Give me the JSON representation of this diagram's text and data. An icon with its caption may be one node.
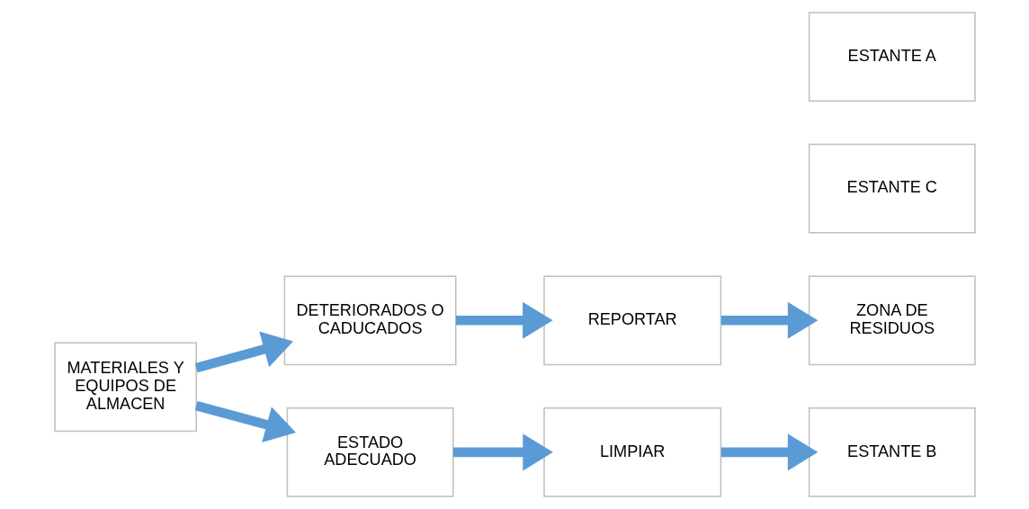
{
  "diagram": {
    "nodes": [
      {
        "text": [
          "MATERIALES Y EQUIPOS DE ALMACEN"
        ]
      },
      {
        "text": [
          "DETERIORADOS O CADUCADOS"
        ]
      },
      {
        "text": [
          "REPORTAR"
        ]
      },
      {
        "text": [
          "ZONA DE RESIDUOS"
        ]
      },
      {
        "text": [
          "ESTANTE A"
        ]
      },
      {
        "text": [
          "ESTADO ADECUADO"
        ]
      },
      {
        "text": [
          "LIMPIAR"
        ]
      },
      {
        "text": [
          "ESTANTE B"
        ]
      },
      {
        "text": [
          "ESTANTE C"
        ]
      }
    ],
    "edges": [
      {
        "from": 0,
        "to": 1,
        "arrow": "to"
      },
      {
        "from": 1,
        "to": 2,
        "arrow": "to"
      },
      {
        "from": 2,
        "to": 3,
        "arrow": "to"
      },
      {
        "from": 0,
        "to": 5,
        "arrow": "to"
      },
      {
        "from": 5,
        "to": 6,
        "arrow": "to"
      },
      {
        "from": 6,
        "to": 7,
        "arrow": "to"
      }
    ]
  }
}
